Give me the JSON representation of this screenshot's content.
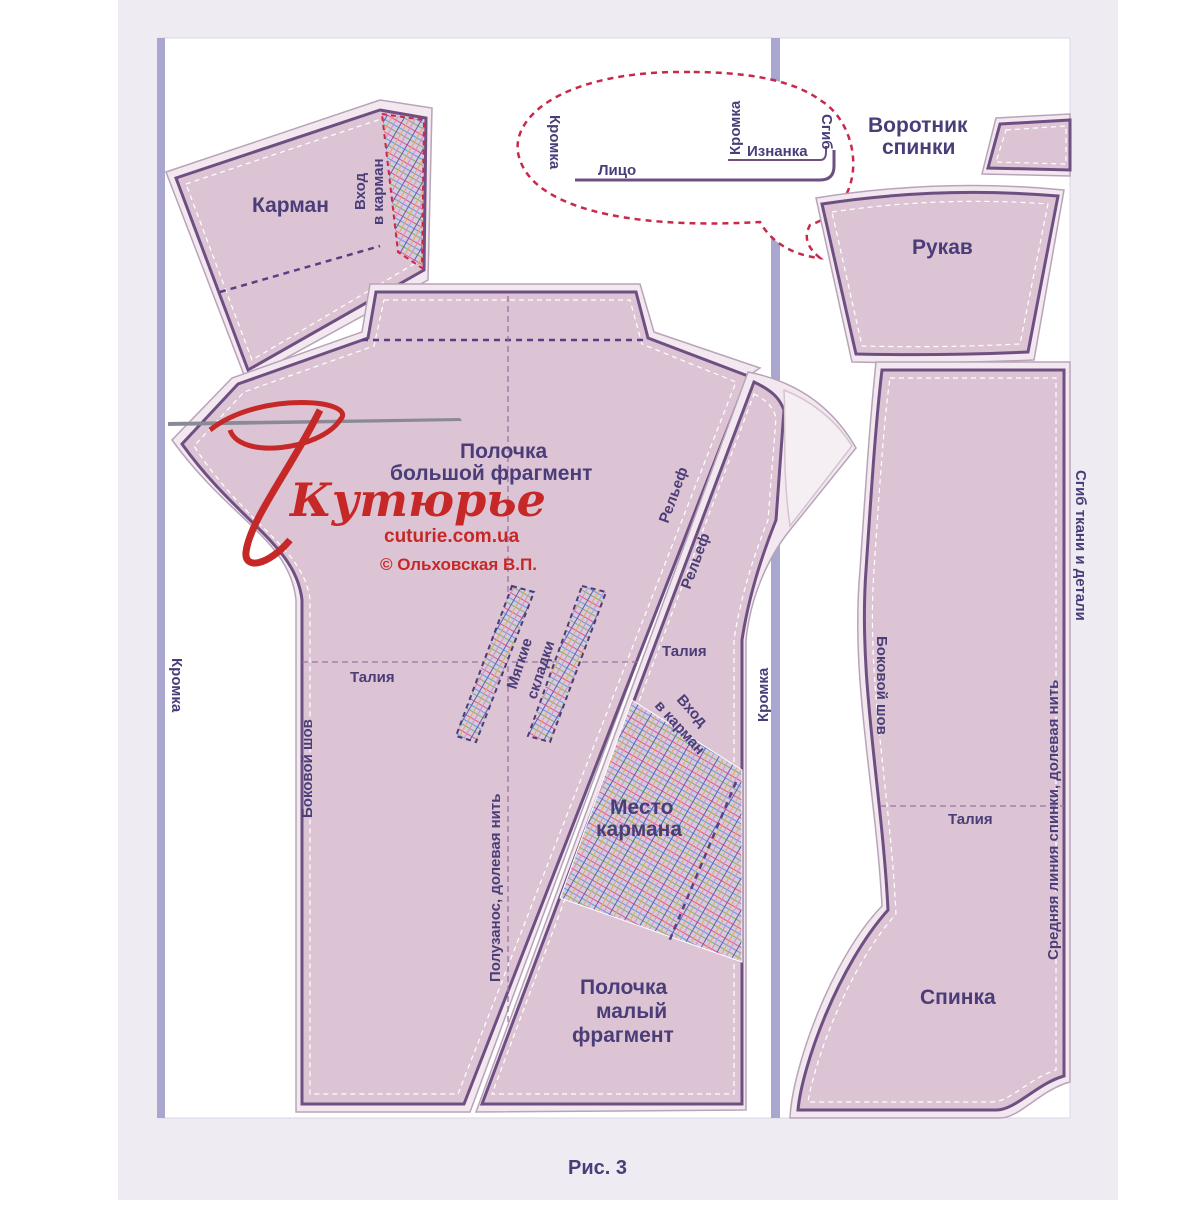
{
  "colors": {
    "page_bg": "#ffffff",
    "sheet_bg": "#eeebf2",
    "fabric_bg": "#ffffff",
    "selvedge": "#a9a6d0",
    "piece_fill": "#dcc4d4",
    "piece_outline": "#6e4f82",
    "label_text": "#4a3d78",
    "callout": "#c8284a",
    "logo_red": "#c62828"
  },
  "labels": {
    "pocket": "Карман",
    "pocket_entry_1": "Вход",
    "pocket_entry_2": "в карман",
    "callout_edge_left": "Кромка",
    "callout_edge_right": "Кромка",
    "callout_face": "Лицо",
    "callout_reverse": "Изнанка",
    "callout_fold": "Сгиб",
    "back_collar_1": "Воротник",
    "back_collar_2": "спинки",
    "sleeve": "Рукав",
    "front_large_1": "Полочка",
    "front_large_2": "большой фрагмент",
    "relief_1": "Рельеф",
    "relief_2": "Рельеф",
    "waist_left": "Талия",
    "waist_mid": "Талия",
    "waist_right": "Талия",
    "soft_pleats_1": "Мягкие",
    "soft_pleats_2": "складки",
    "side_seam_left": "Боковой шов",
    "side_seam_right": "Боковой шов",
    "grain_front": "Полузанос, долевая нить",
    "selvedge_left": "Кромка",
    "selvedge_mid": "Кромка",
    "fold_right": "Сгиб ткани и детали",
    "back_center": "Средняя линия спинки, долевая нить",
    "pocket_place_1": "Место",
    "pocket_place_2": "кармана",
    "pocket_entry_front_1": "Вход",
    "pocket_entry_front_2": "в карман",
    "front_small_1": "Полочка",
    "front_small_2": "малый",
    "front_small_3": "фрагмент",
    "back": "Спинка",
    "figure_caption": "Рис. 3"
  },
  "logo": {
    "script_text": "Кутюрье",
    "site": "cuturie.com.ua",
    "copyright": "© Ольховская В.П."
  }
}
